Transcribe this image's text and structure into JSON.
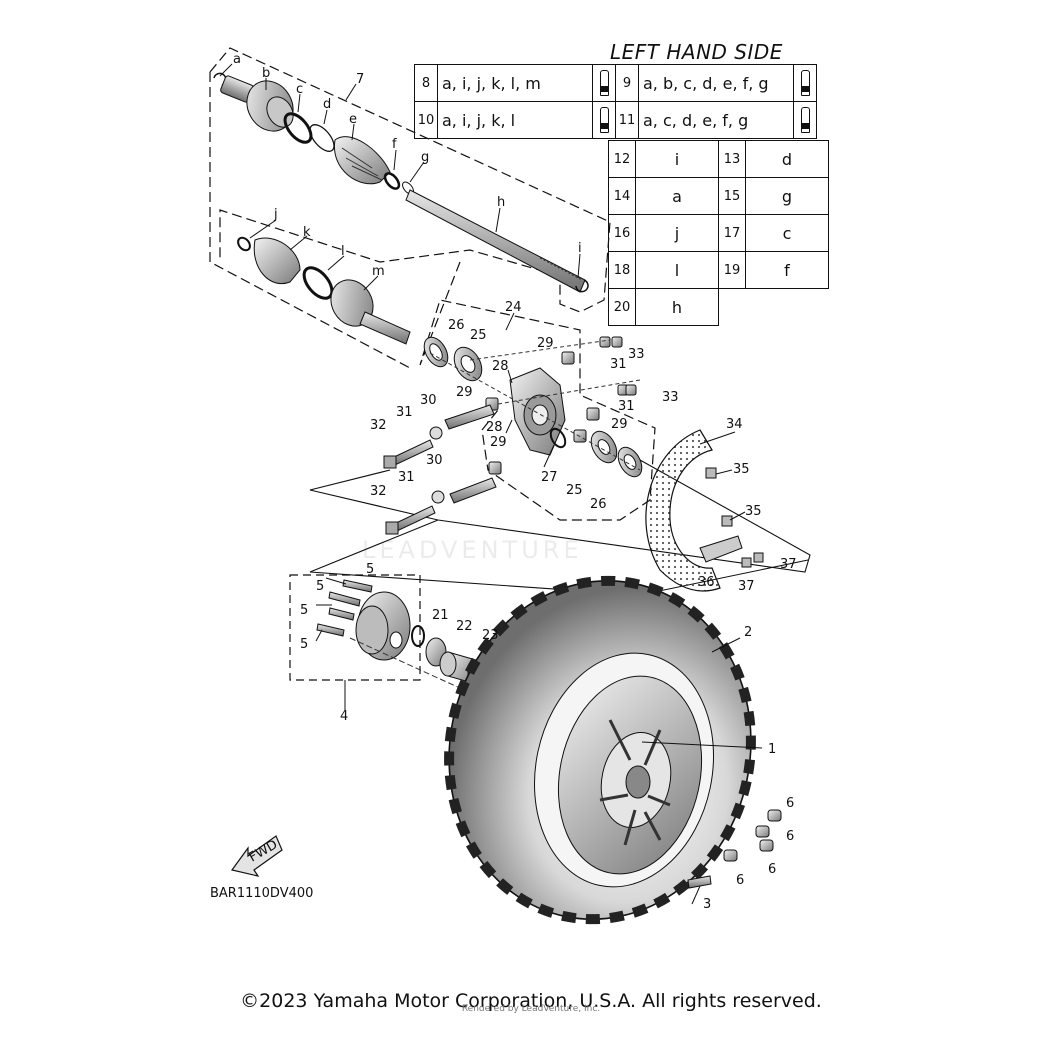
{
  "title": "LEFT HAND SIDE",
  "diagram_code": "BAR1110DV400",
  "copyright": "©2023 Yamaha Motor Corporation, U.S.A. All rights reserved.",
  "rendered_by": "Rendered by LeadVenture, Inc.",
  "watermark": "LEADVENTURE",
  "fwd_label": "FWD",
  "kit_table": [
    {
      "num": "8",
      "letters": "a, i, j, k, l, m",
      "icon": "grease-tube-icon"
    },
    {
      "num": "9",
      "letters": "a, b, c, d, e, f, g",
      "icon": "grease-tube-icon"
    },
    {
      "num": "10",
      "letters": "a, i, j, k, l",
      "icon": "grease-tube-icon"
    },
    {
      "num": "11",
      "letters": "a, c, d, e, f, g",
      "icon": "grease-tube-icon"
    }
  ],
  "letter_table": [
    {
      "num": "12",
      "letter": "i"
    },
    {
      "num": "13",
      "letter": "d"
    },
    {
      "num": "14",
      "letter": "a"
    },
    {
      "num": "15",
      "letter": "g"
    },
    {
      "num": "16",
      "letter": "j"
    },
    {
      "num": "17",
      "letter": "c"
    },
    {
      "num": "18",
      "letter": "l"
    },
    {
      "num": "19",
      "letter": "f"
    },
    {
      "num": "20",
      "letter": "h"
    }
  ],
  "callouts": {
    "a": "a",
    "b": "b",
    "c": "c",
    "d": "d",
    "e": "e",
    "f": "f",
    "g": "g",
    "h": "h",
    "i": "i",
    "j": "j",
    "k": "k",
    "l": "l",
    "m": "m",
    "n1": "1",
    "n2": "2",
    "n3": "3",
    "n4": "4",
    "n5": "5",
    "n6": "6",
    "n7": "7",
    "n21": "21",
    "n22": "22",
    "n23": "23",
    "n24": "24",
    "n25": "25",
    "n26": "26",
    "n27": "27",
    "n28": "28",
    "n29": "29",
    "n30": "30",
    "n31": "31",
    "n32": "32",
    "n33": "33",
    "n34": "34",
    "n35": "35",
    "n36": "36",
    "n37": "37"
  }
}
